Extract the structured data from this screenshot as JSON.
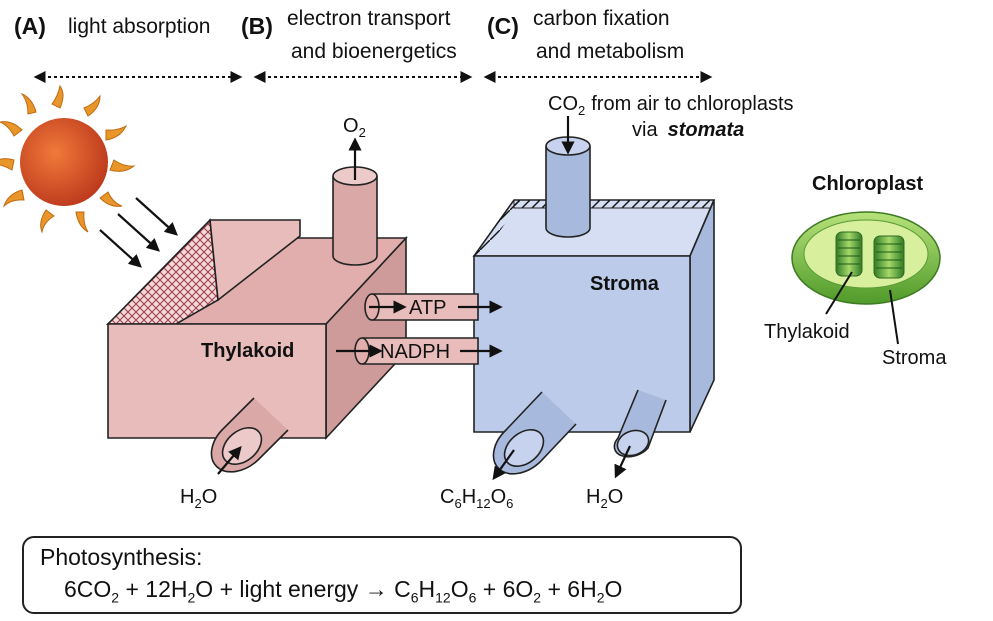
{
  "headers": {
    "a_letter": "(A)",
    "a_text": "light absorption",
    "b_letter": "(B)",
    "b_line1": "electron transport",
    "b_line2": "and bioenergetics",
    "c_letter": "(C)",
    "c_line1": "carbon fixation",
    "c_line2": "and metabolism"
  },
  "labels": {
    "o2_main": "O",
    "o2_sub": "2",
    "co2_main": "CO",
    "co2_sub": "2",
    "co2_desc": "from air to chloroplasts",
    "via": "via",
    "stomata": "stomata",
    "thylakoid": "Thylakoid",
    "stroma": "Stroma",
    "atp": "ATP",
    "nadph": "NADPH",
    "h2o_left_h": "H",
    "h2o_left_sub": "2",
    "h2o_left_o": "O",
    "glucose_c": "C",
    "glucose_c_sub": "6",
    "glucose_h": "H",
    "glucose_h_sub": "12",
    "glucose_o": "O",
    "glucose_o_sub": "6",
    "h2o_right_h": "H",
    "h2o_right_sub": "2",
    "h2o_right_o": "O"
  },
  "chloroplast": {
    "title": "Chloroplast",
    "thylakoid": "Thylakoid",
    "stroma": "Stroma"
  },
  "formula": {
    "title": "Photosynthesis:",
    "p1": "6CO",
    "s1": "2",
    "p2": " + 12H",
    "s2": "2",
    "p3": "O + light energy → C",
    "s3": "6",
    "p4": "H",
    "s4": "12",
    "p5": "O",
    "s5": "6",
    "p6": " + 6O",
    "s6": "2",
    "p7": " + 6H",
    "s7": "2",
    "p8": "O"
  },
  "colors": {
    "thylakoid_fill": "#e9bcbc",
    "stroma_fill": "#bccbe9",
    "sun_core": "#d2461e",
    "sun_rays": "#e8962a",
    "chloroplast_green": "#7cc04a"
  }
}
